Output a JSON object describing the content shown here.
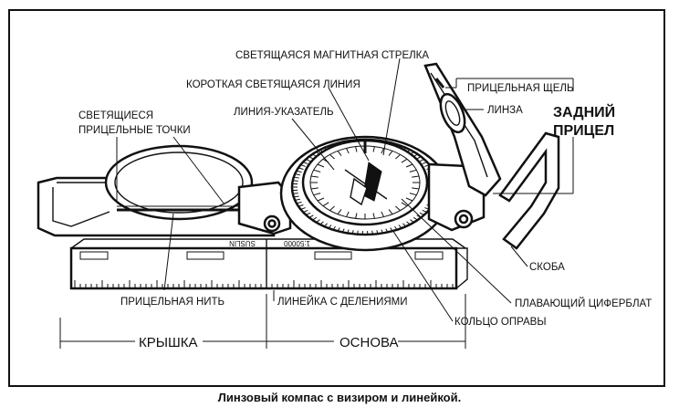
{
  "labels": {
    "magnetic_needle": "СВЕТЯЩАЯСЯ МАГНИТНАЯ СТРЕЛКА",
    "short_line": "КОРОТКАЯ СВЕТЯЩАЯСЯ ЛИНИЯ",
    "index_line": "ЛИНИЯ-УКАЗАТЕЛЬ",
    "sight_dots_1": "СВЕТЯЩИЕСЯ",
    "sight_dots_2": "ПРИЦЕЛЬНЫЕ ТОЧКИ",
    "sighting_slot": "ПРИЦЕЛЬНАЯ ЩЕЛЬ",
    "lens": "ЛИНЗА",
    "rear_sight_1": "ЗАДНИЙ",
    "rear_sight_2": "ПРИЦЕЛ",
    "thumb_loop": "СКОБА",
    "floating_dial": "ПЛАВАЮЩИЙ ЦИФЕРБЛАТ",
    "bezel_ring": "КОЛЬЦО ОПРАВЫ",
    "sighting_wire": "ПРИЦЕЛЬНАЯ НИТЬ",
    "scale_ruler": "ЛИНЕЙКА С ДЕЛЕНИЯМИ",
    "cover": "КРЫШКА",
    "base": "ОСНОВА",
    "scale_mark_1": "SUSLIN",
    "scale_mark_2": "1:50000"
  },
  "caption": "Линзовый компас с визиром и линейкой."
}
